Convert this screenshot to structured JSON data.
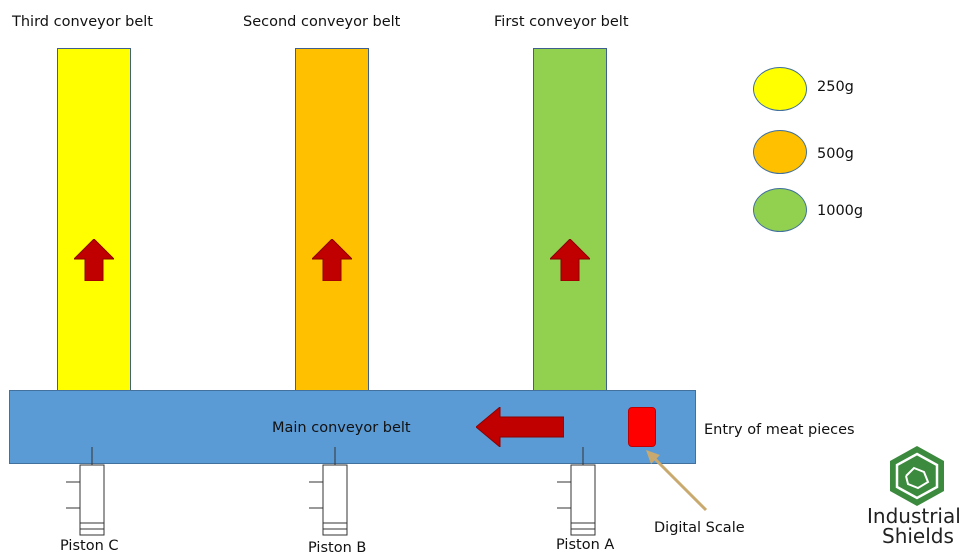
{
  "belts": {
    "third": {
      "label": "Third conveyor belt",
      "color": "#ffff00"
    },
    "second": {
      "label": "Second conveyor belt",
      "color": "#ffc000"
    },
    "first": {
      "label": "First conveyor belt",
      "color": "#92d050"
    }
  },
  "legend": [
    {
      "label": "250g",
      "color": "#ffff00"
    },
    {
      "label": "500g",
      "color": "#ffc000"
    },
    {
      "label": "1000g",
      "color": "#92d050"
    }
  ],
  "main_belt": {
    "label": "Main conveyor belt",
    "color": "#5b9bd5"
  },
  "entry_label": "Entry of meat pieces",
  "scale_label": "Digital Scale",
  "pistons": {
    "a": "Piston A",
    "b": "Piston B",
    "c": "Piston C"
  },
  "brand": {
    "line1": "Industrial",
    "line2": "Shields",
    "color": "#3b8a3e"
  },
  "colors": {
    "arrow": "#c00000",
    "scale": "#ff0000",
    "pointer": "#c9a96e"
  }
}
